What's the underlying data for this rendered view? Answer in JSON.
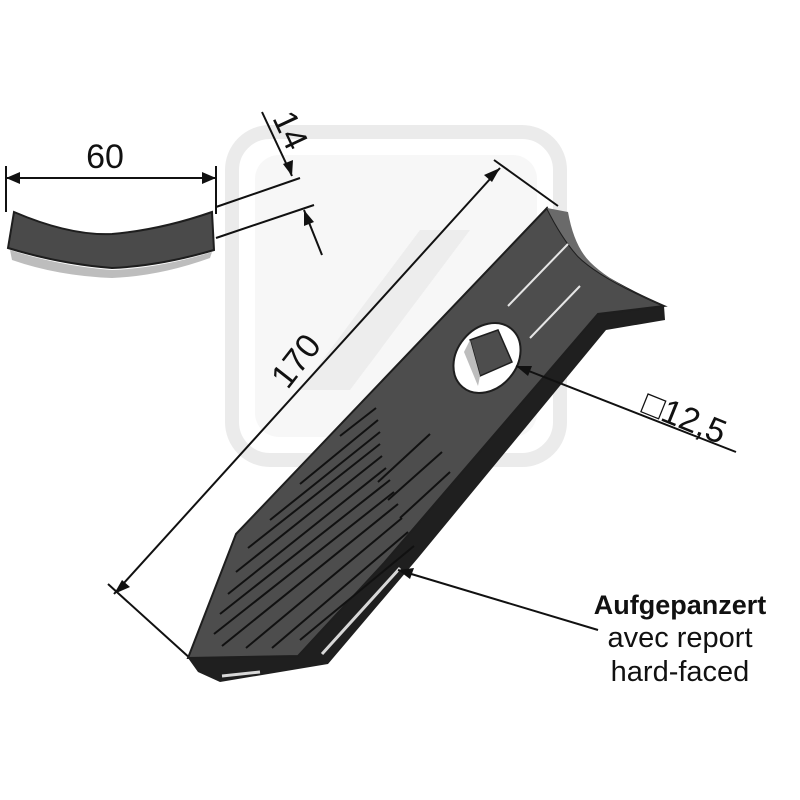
{
  "dimensions": {
    "width": "60",
    "thickness": "14",
    "length": "170",
    "hole": "□12,5"
  },
  "note": {
    "line1": "Aufgepanzert",
    "line2": "avec report",
    "line3": "hard-faced"
  },
  "colors": {
    "blade_fill": "#4d4d4d",
    "blade_edge": "#1e1e1e",
    "watermark": "#e8e8e8",
    "line": "#111111"
  }
}
